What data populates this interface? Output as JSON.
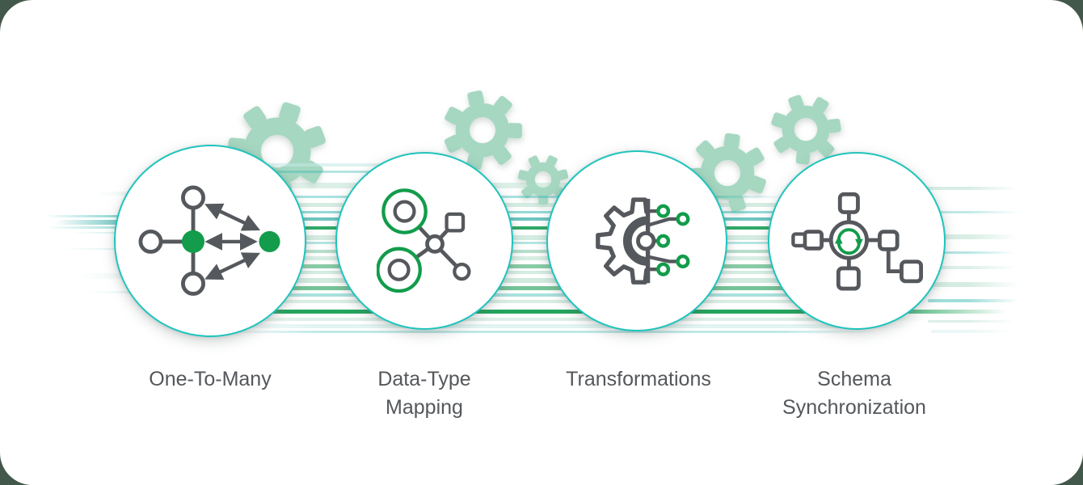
{
  "items": [
    {
      "label": "One-To-Many",
      "lines": [
        "One-To-Many"
      ],
      "icon": "one-to-many-icon"
    },
    {
      "label": "Data-Type Mapping",
      "lines": [
        "Data-Type",
        "Mapping"
      ],
      "icon": "data-type-mapping-icon"
    },
    {
      "label": "Transformations",
      "lines": [
        "Transformations"
      ],
      "icon": "transformations-icon"
    },
    {
      "label": "Schema Synchronization",
      "lines": [
        "Schema",
        "Synchronization"
      ],
      "icon": "schema-synchronization-icon"
    }
  ],
  "colors": {
    "accent_green": "#0c9b4b",
    "accent_teal": "#1fc4bd",
    "gear_sage": "#a5d7c1",
    "icon_gray": "#55585c",
    "label_text": "#54575b",
    "card_background": "#ffffff",
    "page_background": "#42584a"
  }
}
